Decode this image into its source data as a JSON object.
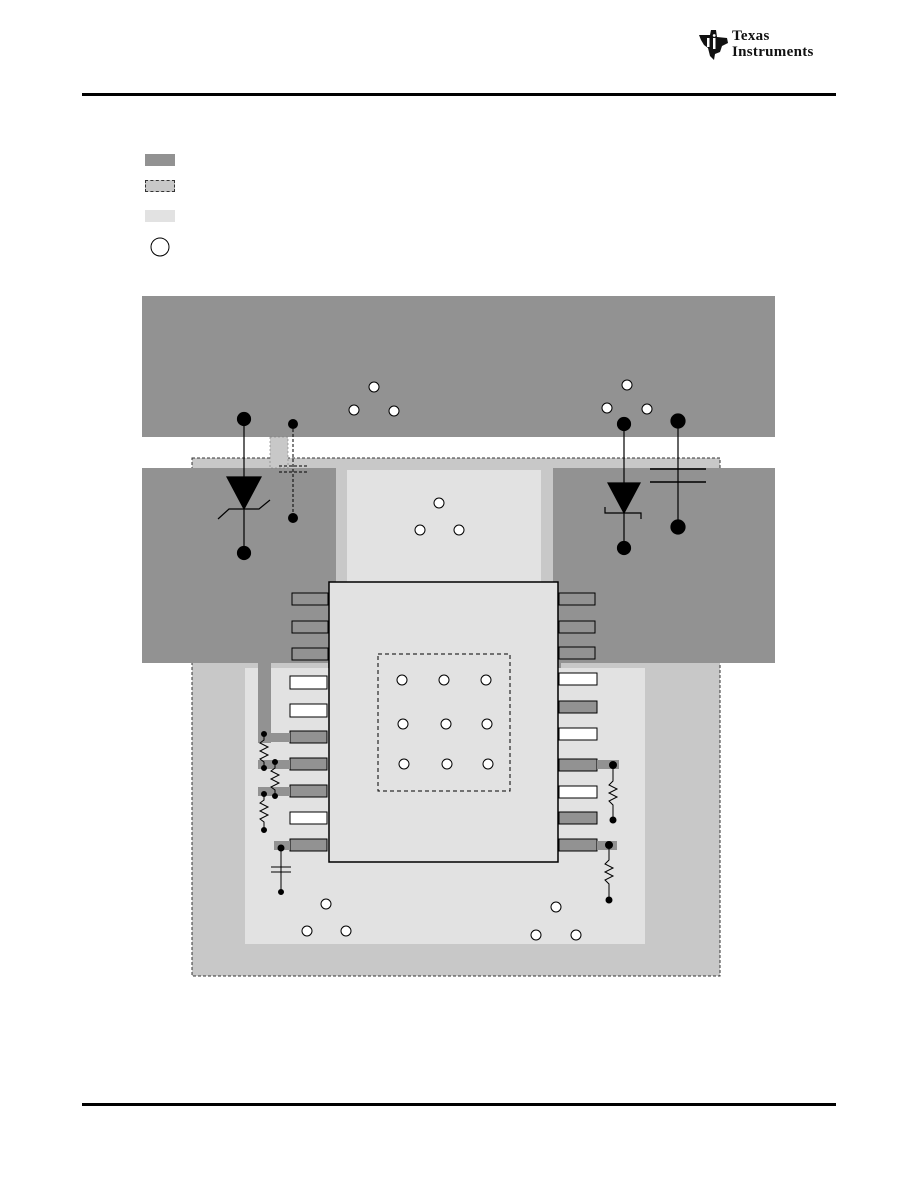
{
  "header": {
    "logo": {
      "line1": "Texas",
      "line2": "Instruments"
    }
  },
  "colors": {
    "copper_top": "#929292",
    "copper_bottom": "#c8c8c8",
    "solder_mask": "#e2e2e2",
    "via_fill": "#ffffff",
    "outline": "#000000"
  },
  "legend": {
    "items": [
      {
        "icon": "dark-gray-swatch",
        "color": "#929292"
      },
      {
        "icon": "dashed-light-gray-swatch",
        "color": "#c8c8c8"
      },
      {
        "icon": "pale-gray-swatch",
        "color": "#e2e2e2"
      },
      {
        "icon": "via-circle-icon",
        "color": "#ffffff"
      }
    ]
  },
  "layout_diagram": {
    "device": {
      "left_pins": 10,
      "right_pins": 10,
      "thermal_vias": 9
    },
    "components": [
      "tvs-diode",
      "capacitor",
      "zener-diode",
      "capacitor",
      "resistor",
      "resistor",
      "resistor",
      "capacitor",
      "resistor",
      "resistor"
    ],
    "via_clusters": 5
  }
}
